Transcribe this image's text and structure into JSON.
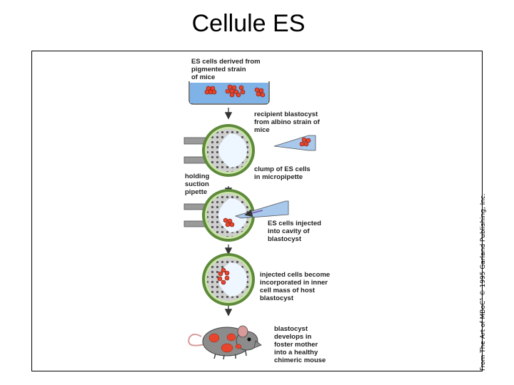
{
  "title": "Cellule ES",
  "credit": "From The Art of MBoC³ © 1995 Garland Publishing, Inc.",
  "labels": {
    "es_cells": "ES cells derived from\npigmented strain\nof mice",
    "recipient": "recipient blastocyst\nfrom albino strain of\nmice",
    "clump": "clump of ES cells\nin micropipette",
    "holding": "holding\nsuction\npipette",
    "injected": "ES cells injected\ninto cavity of\nblastocyst",
    "incorporated": "injected cells become\nincorporated in inner\ncell mass of host\nblastocyst",
    "develops": "blastocyst\ndevelops in\nfoster mother\ninto a healthy\nchimeric mouse"
  },
  "colors": {
    "medium": "#7fb2e6",
    "es_cell": "#e8452c",
    "zona": "#5e8a3a",
    "mouse_body": "#8c8c8c",
    "pipette": "#a8c8ec",
    "holding_pipette": "#9a9a9a"
  }
}
